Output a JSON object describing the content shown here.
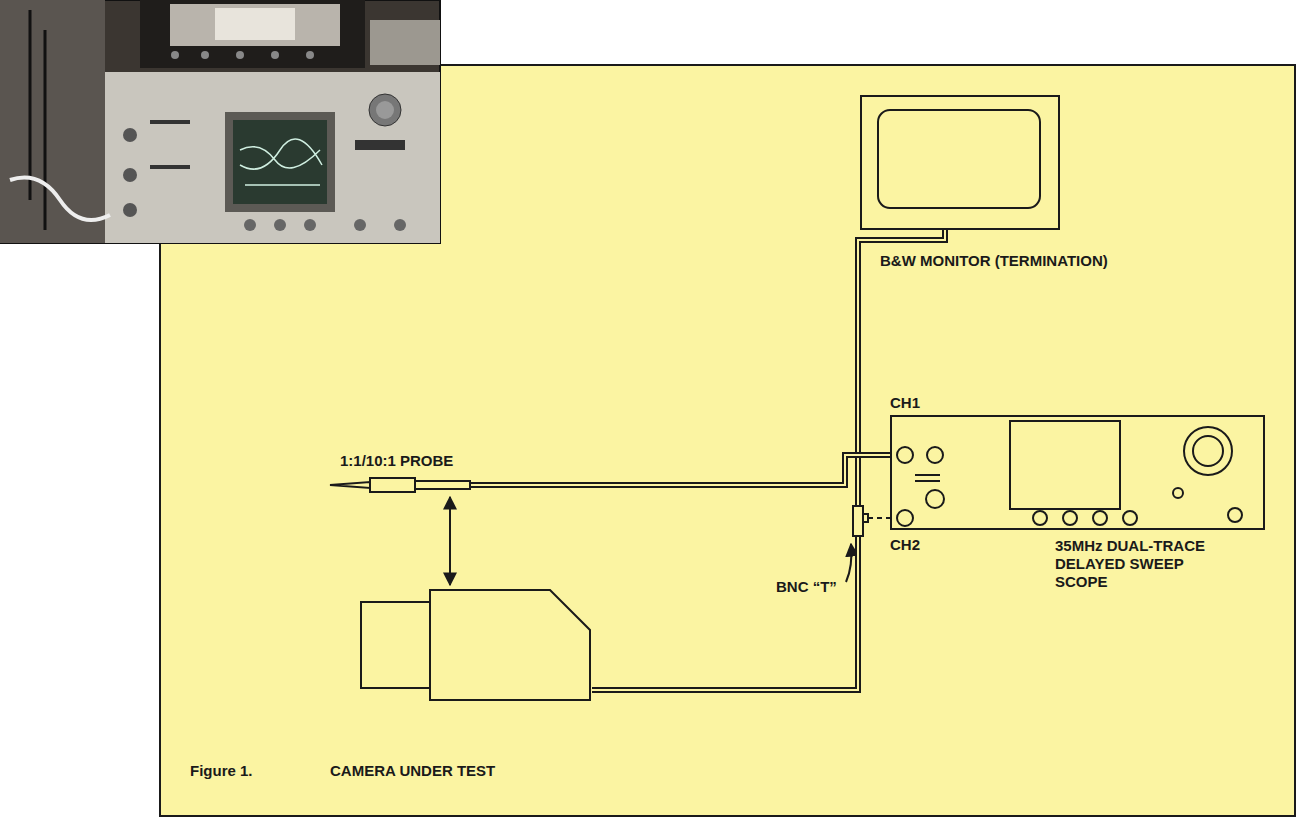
{
  "diagram": {
    "nodes": [
      {
        "text": [
          "B&W MONITOR (TERMINATION)"
        ]
      },
      {
        "text": [
          "35MHz DUAL-TRACE DELAYED SWEEP SCOPE"
        ]
      },
      {
        "text": [
          "BNC “T”"
        ]
      },
      {
        "text": [
          "1:1/10:1 PROBE"
        ]
      },
      {
        "text": [
          "CAMERA UNDER TEST"
        ]
      }
    ],
    "edges": [
      {
        "from": 4,
        "to": 2,
        "arrow": "none"
      },
      {
        "from": 2,
        "to": 0,
        "arrow": "none"
      },
      {
        "from": 2,
        "to": 1,
        "arrow": "none"
      },
      {
        "from": 3,
        "to": 1,
        "arrow": "none"
      },
      {
        "from": 3,
        "to": 4,
        "arrow": "both"
      }
    ],
    "labels": [
      "CH1",
      "CH2",
      "Figure 1."
    ]
  }
}
